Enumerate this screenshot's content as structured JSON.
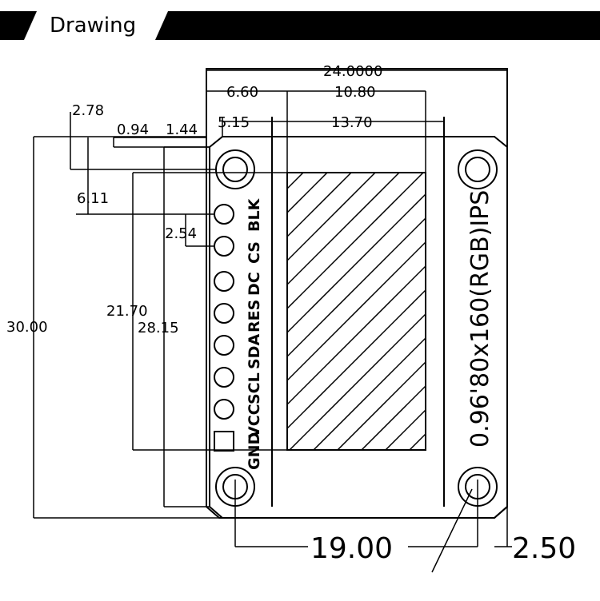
{
  "header": {
    "title": "Drawing"
  },
  "drawing": {
    "dimensions": {
      "overall_width": "24.0000",
      "d_6_60": "6.60",
      "d_10_80": "10.80",
      "d_2_78": "2.78",
      "d_0_94": "0.94",
      "d_1_44": "1.44",
      "d_5_15": "5.15",
      "d_13_70": "13.70",
      "d_6_11": "6.11",
      "d_2_54": "2.54",
      "d_21_70": "21.70",
      "d_30_00": "30.00",
      "d_28_15": "28.15",
      "d_19_00": "19.00",
      "d_2_50": "2.50"
    },
    "pins": [
      "BLK",
      "CS",
      "DC",
      "RES",
      "SDA",
      "SCL",
      "VCC",
      "GND"
    ],
    "product_label": "0.96'80x160(RGB)IPS"
  }
}
